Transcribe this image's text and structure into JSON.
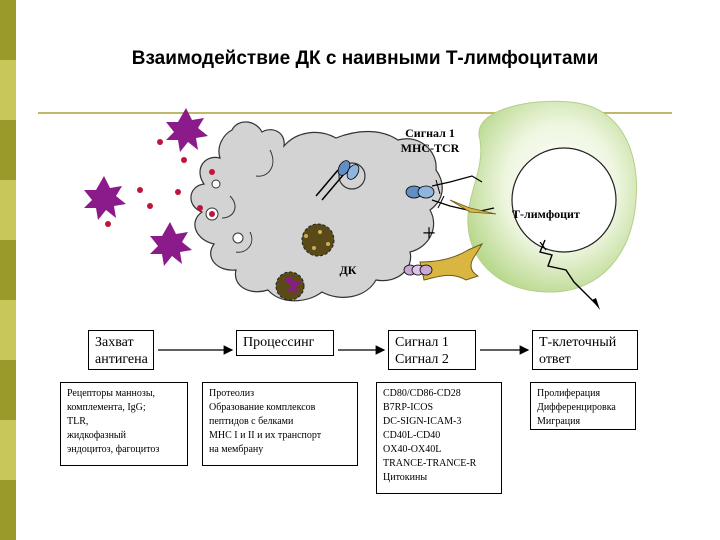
{
  "title": "Взаимодействие ДК с наивными Т-лимфоцитами",
  "labels": {
    "signal1_line1": "Сигнал 1",
    "signal1_line2": "MHC-TCR",
    "t_lymphocyte": "Т-лимфоцит",
    "dc": "ДК",
    "plus": "+"
  },
  "steps": [
    {
      "header": [
        "Захват",
        "антигена"
      ],
      "details": [
        "Рецепторы маннозы,",
        "комплемента, IgG;",
        "TLR,",
        "жидкофазный",
        "эндоцитоз, фагоцитоз"
      ]
    },
    {
      "header": [
        "Процессинг"
      ],
      "details": [
        "Протеолиз",
        "Образование комплексов",
        "пептидов с белками",
        "MHC I и II и их транспорт",
        "на мембрану"
      ]
    },
    {
      "header": [
        "Сигнал 1",
        "Сигнал 2"
      ],
      "details": [
        "CD80/CD86-CD28",
        "B7RP-ICOS",
        "DC-SIGN-ICAM-3",
        "CD40L-CD40",
        "OX40-OX40L",
        "TRANCE-TRANCE-R",
        "Цитокины"
      ]
    },
    {
      "header": [
        "Т-клеточный",
        "ответ"
      ],
      "details": [
        "Пролиферация",
        "Дифференцировка",
        "Миграция"
      ]
    }
  ],
  "colors": {
    "dc_cell": "#d3d3d3",
    "t_cell_halo": "#c8e0a4",
    "t_cell_body": "#f4f8ec",
    "pathogen": "#8b1a8b",
    "granule": "#4a3c14",
    "antigen_dot": "#c0143c",
    "receptor": "#5f8fc5",
    "cd_rod": "#d9b642",
    "left_bar": [
      "#9a9a2a",
      "#c8c85a",
      "#9a9a2a",
      "#c8c85a",
      "#9a9a2a",
      "#c8c85a",
      "#9a9a2a",
      "#c8c85a",
      "#9a9a2a"
    ]
  }
}
